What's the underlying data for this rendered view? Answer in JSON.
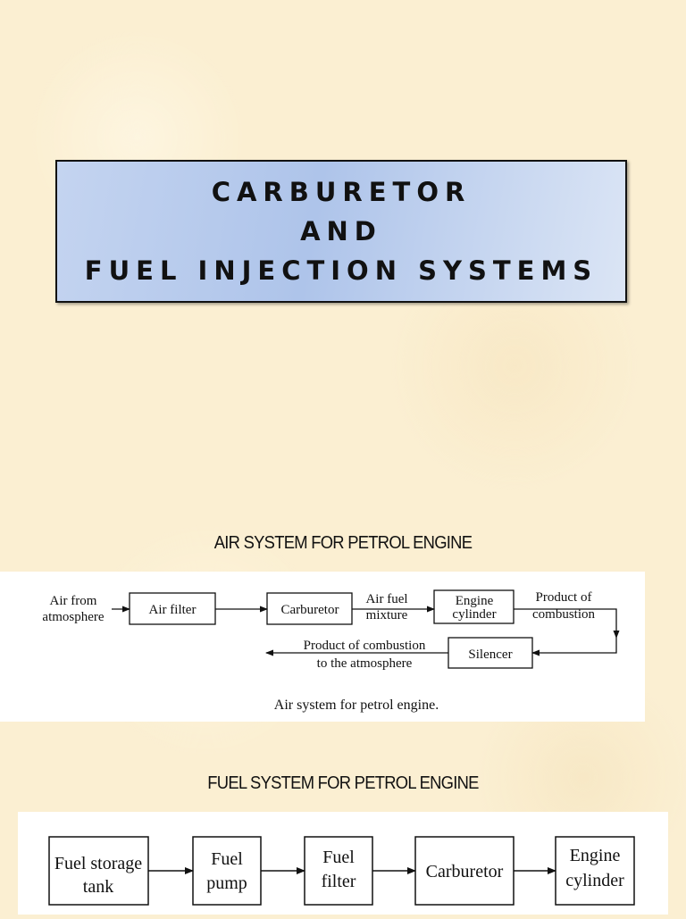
{
  "title": {
    "line1": "CARBURETOR",
    "line2": "AND",
    "line3": "FUEL INJECTION SYSTEMS"
  },
  "air_system": {
    "heading": "AIR SYSTEM FOR PETROL ENGINE",
    "input_label_1": "Air from",
    "input_label_2": "atmosphere",
    "air_filter": "Air filter",
    "carburetor": "Carburetor",
    "mixture_label_1": "Air fuel",
    "mixture_label_2": "mixture",
    "engine_1": "Engine",
    "engine_2": "cylinder",
    "product_label_1": "Product of",
    "product_label_2": "combustion",
    "silencer": "Silencer",
    "exhaust_label_1": "Product of combustion",
    "exhaust_label_2": "to the atmosphere",
    "caption": "Air system for petrol engine."
  },
  "fuel_system": {
    "heading": "FUEL SYSTEM FOR PETROL ENGINE",
    "tank_1": "Fuel storage",
    "tank_2": "tank",
    "pump_1": "Fuel",
    "pump_2": "pump",
    "filter_1": "Fuel",
    "filter_2": "filter",
    "carburetor": "Carburetor",
    "engine_1": "Engine",
    "engine_2": "cylinder"
  }
}
